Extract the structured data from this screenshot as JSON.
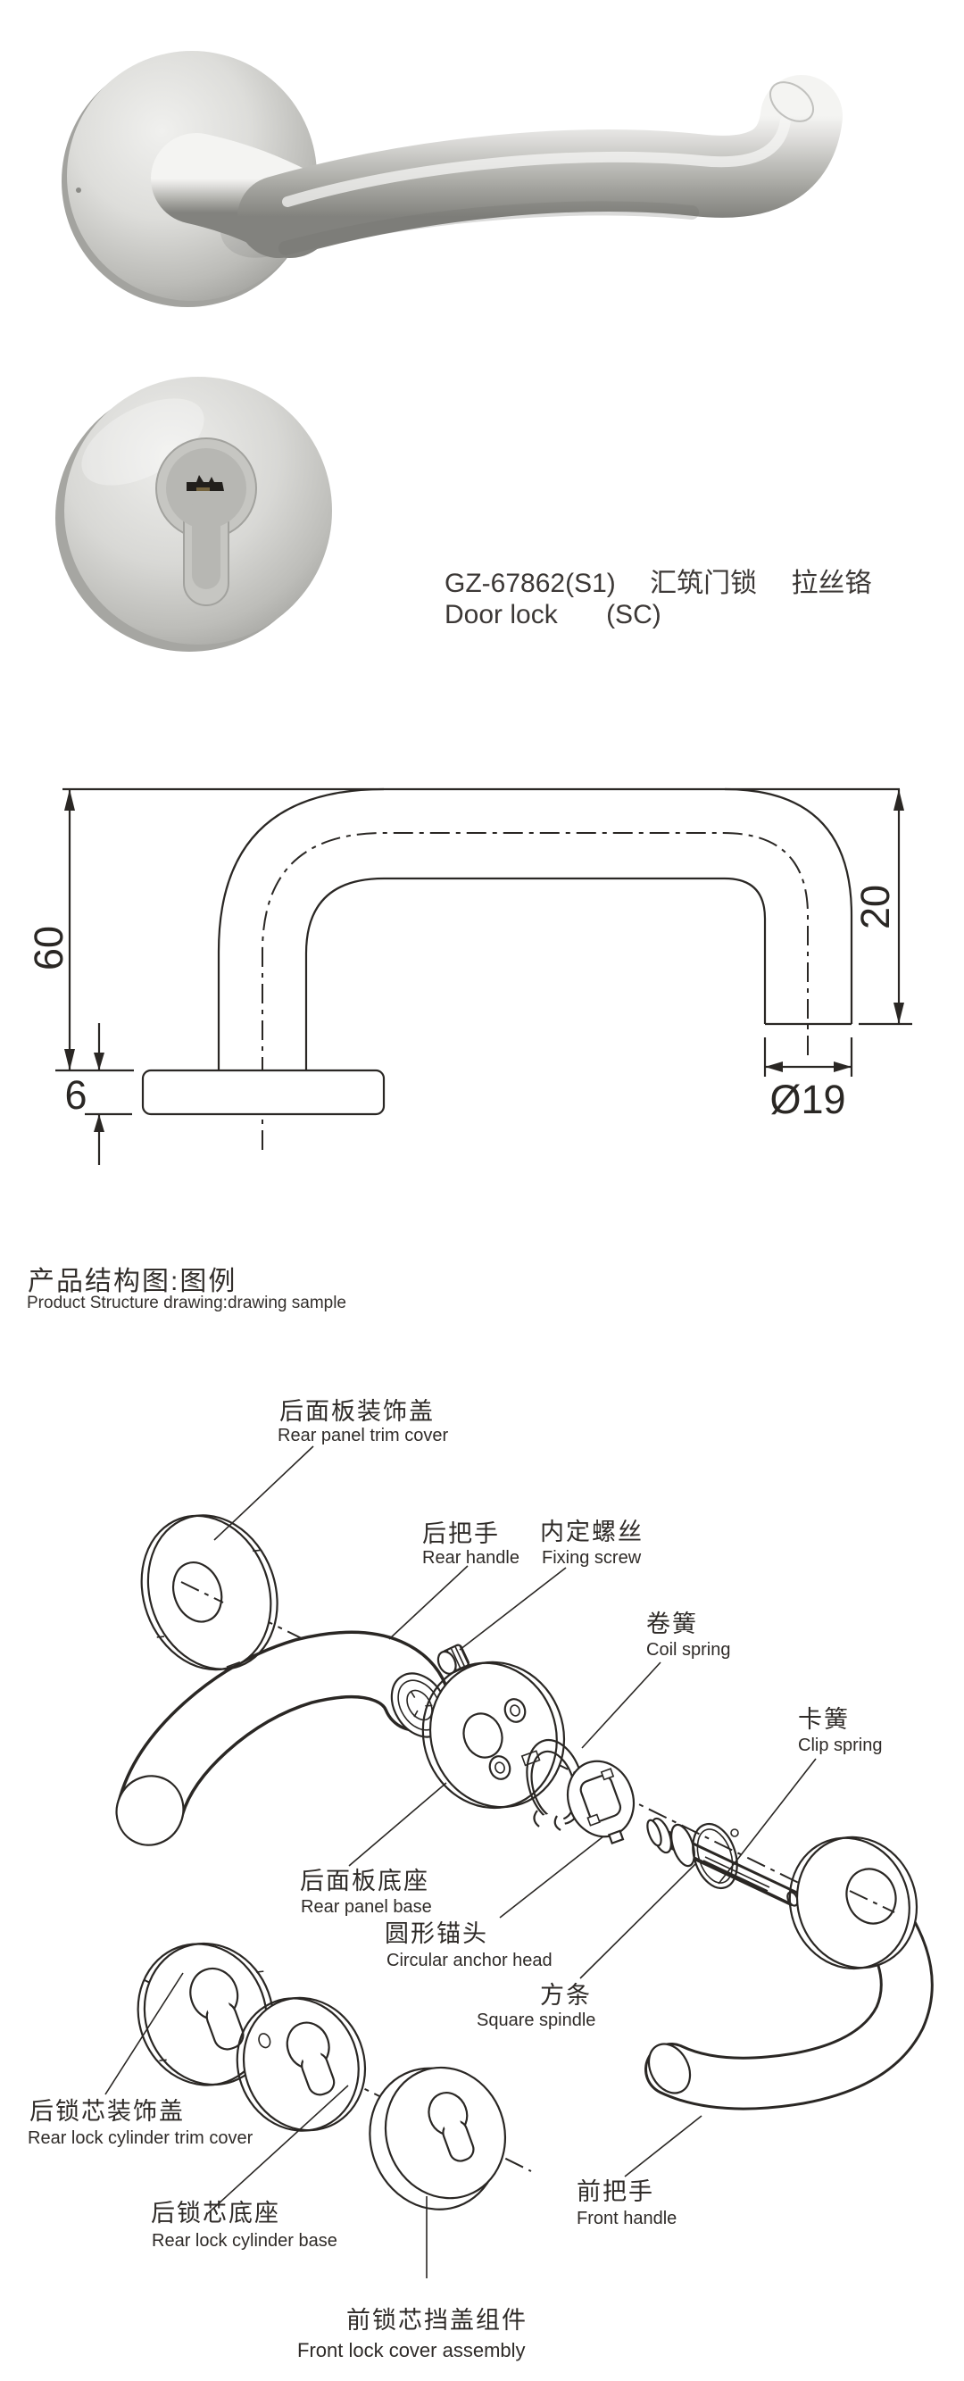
{
  "product": {
    "code": "GZ-67862(S1)",
    "name_cn": "汇筑门锁",
    "finish_cn": "拉丝铬",
    "name_en": "Door lock",
    "finish_en": "(SC)"
  },
  "structure_section": {
    "heading_cn": "产品结构图:图例",
    "heading_en": "Product Structure drawing:drawing sample"
  },
  "dimension_drawing": {
    "overall_height": "60",
    "base_thickness": "6",
    "end_clearance": "20",
    "tube_diameter": "Ø19"
  },
  "parts": [
    {
      "cn": "后面板装饰盖",
      "en": "Rear panel trim cover"
    },
    {
      "cn": "后把手",
      "en": "Rear handle"
    },
    {
      "cn": "内定螺丝",
      "en": "Fixing screw"
    },
    {
      "cn": "卷簧",
      "en": "Coil spring"
    },
    {
      "cn": "卡簧",
      "en": "Clip spring"
    },
    {
      "cn": "后面板底座",
      "en": "Rear panel base"
    },
    {
      "cn": "圆形锚头",
      "en": "Circular anchor head"
    },
    {
      "cn": "方条",
      "en": "Square spindle"
    },
    {
      "cn": "后锁芯装饰盖",
      "en": "Rear lock cylinder trim cover"
    },
    {
      "cn": "后锁芯底座",
      "en": "Rear lock cylinder base"
    },
    {
      "cn": "前锁芯挡盖组件",
      "en": "Front lock cover assembly"
    },
    {
      "cn": "前把手",
      "en": "Front handle"
    }
  ],
  "colors": {
    "line": "#2a2724",
    "text": "#3c3836",
    "steel_light": "#f0f0ee",
    "steel_mid": "#c2c2be",
    "steel_dark": "#8a8a85",
    "keyway_dark": "#221f1c",
    "keyway_brass": "#7d6a43"
  }
}
